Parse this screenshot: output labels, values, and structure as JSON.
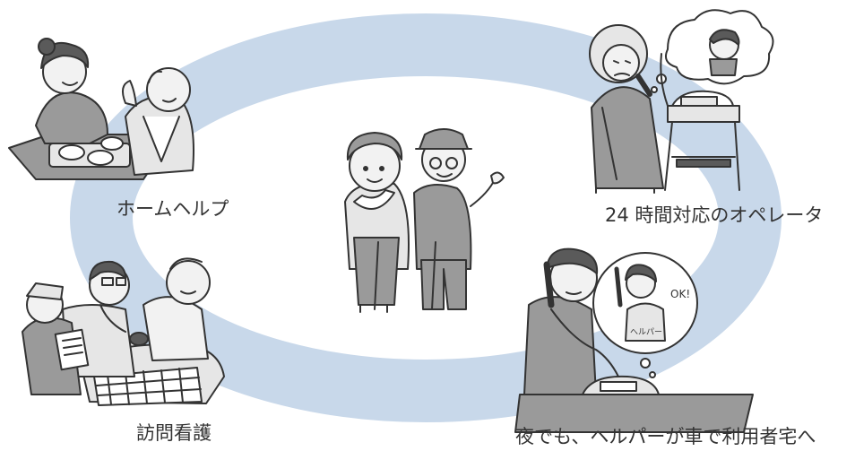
{
  "labels": {
    "home_help": "ホームヘルプ",
    "operator": "24 時間対応のオペレータ",
    "visit_nursing": "訪問看護",
    "night_helper": "夜でも、ヘルパーが車で利用者宅へ"
  },
  "bubble_text": {
    "ok": "OK!",
    "helper_apron": "へルパー"
  },
  "colors": {
    "ring": "#c8d8ea",
    "line": "#333333",
    "fill_gray": "#9a9a9a",
    "fill_light": "#e6e6e6",
    "fill_dark": "#5a5a5a",
    "skin": "#f2f2f2"
  },
  "icons": [
    "home-help-scene-icon",
    "operator-scene-icon",
    "elderly-couple-icon",
    "visit-nursing-scene-icon",
    "night-helper-scene-icon"
  ]
}
